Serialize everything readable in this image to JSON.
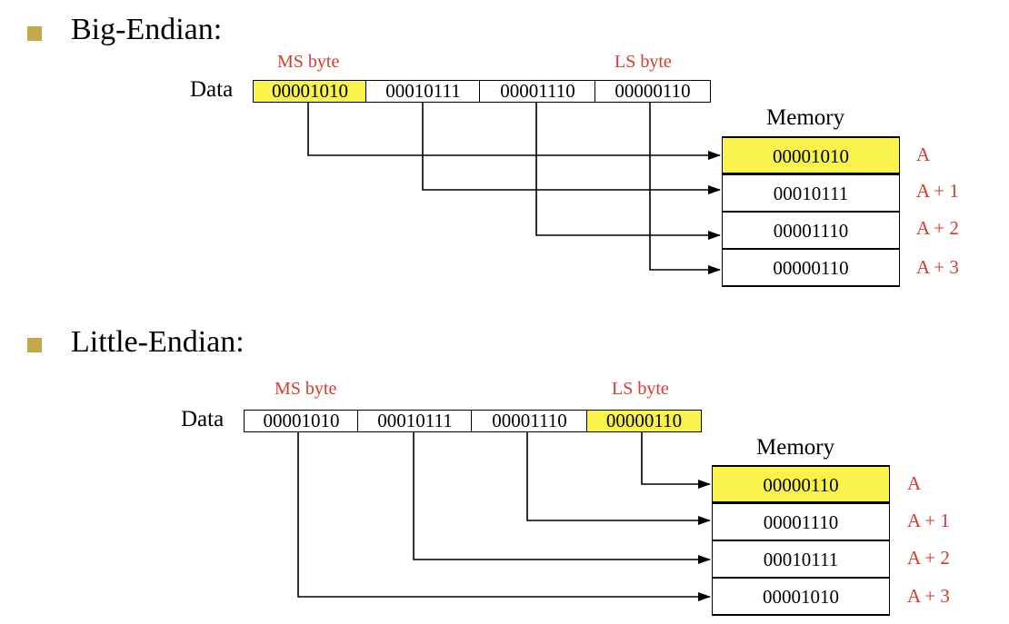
{
  "big_endian": {
    "heading": "Big-Endian:",
    "ms_label": "MS byte",
    "ls_label": "LS byte",
    "data_label": "Data",
    "data_bytes": [
      "00001010",
      "00010111",
      "00001110",
      "00000110"
    ],
    "memory_title": "Memory",
    "memory_cells": [
      "00001010",
      "00010111",
      "00001110",
      "00000110"
    ],
    "addresses": [
      "A",
      "A + 1",
      "A + 2",
      "A + 3"
    ]
  },
  "little_endian": {
    "heading": "Little-Endian:",
    "ms_label": "MS byte",
    "ls_label": "LS byte",
    "data_label": "Data",
    "data_bytes": [
      "00001010",
      "00010111",
      "00001110",
      "00000110"
    ],
    "memory_title": "Memory",
    "memory_cells": [
      "00000110",
      "00001110",
      "00010111",
      "00001010"
    ],
    "addresses": [
      "A",
      "A + 1",
      "A + 2",
      "A + 3"
    ]
  },
  "colors": {
    "highlight": "#f9f34b",
    "label_red": "#d63a2e",
    "bullet": "#c6a84b"
  }
}
